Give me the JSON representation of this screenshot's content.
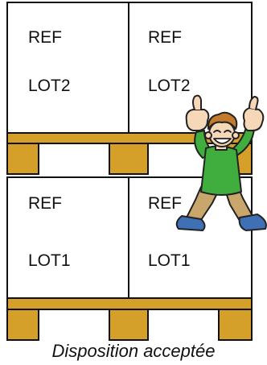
{
  "boxes": {
    "top_left": {
      "line1": "REF",
      "line2": "LOT2"
    },
    "top_right": {
      "line1": "REF",
      "line2": "LOT2"
    },
    "bottom_left": {
      "line1": "REF",
      "line2": "LOT1"
    },
    "bottom_right": {
      "line1": "REF",
      "line2": "LOT1"
    }
  },
  "caption": "Disposition acceptée",
  "colors": {
    "pallet_wood": "#d4a02a",
    "pallet_edge": "#111111",
    "box_fill": "#ffffff",
    "shirt": "#3fae3f",
    "pants": "#c9a66b",
    "shoes": "#3f6fb5",
    "skin": "#f6d8b8",
    "hair": "#c27a2c"
  },
  "mascot": {
    "name": "thumbs-up-boy",
    "gesture": "two thumbs up"
  }
}
